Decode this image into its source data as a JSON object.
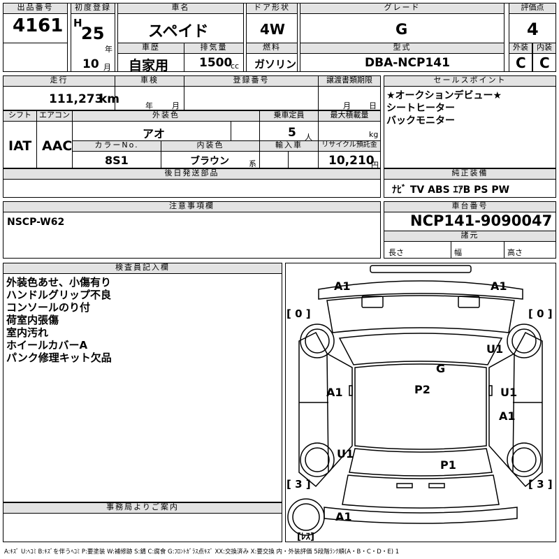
{
  "headers": {
    "lot": "出品番号",
    "first_reg": "初度登録",
    "car_name": "車名",
    "door": "ドア形状",
    "grade": "グレード",
    "score": "評価点",
    "history": "車歴",
    "displacement": "排気量",
    "fuel": "燃料",
    "model": "型式",
    "exterior": "外装",
    "interior": "内装",
    "mileage": "走行",
    "inspection": "車検",
    "plate": "登録番号",
    "transfer_deadline": "譲渡書類期限",
    "sales_point": "セールスポイント",
    "shift": "シフト",
    "aircon": "エアコン",
    "ext_color": "外装色",
    "capacity": "乗車定員",
    "max_load": "最大積載量",
    "color_no": "カラーNo.",
    "int_color": "内装色",
    "import": "輸入車",
    "recycle": "リサイクル預託金",
    "later_parts": "後日発送部品",
    "equipment": "純正装備",
    "caution": "注意事項欄",
    "chassis": "車台番号",
    "specs": "諸元",
    "inspector": "検査員記入欄",
    "office": "事務局よりご案内"
  },
  "vehicle": {
    "lot_no": "4161",
    "era": "H",
    "year": "25",
    "year_unit": "年",
    "month": "10",
    "month_unit": "月",
    "name": "スペイド",
    "door": "4W",
    "grade": "G",
    "score": "4",
    "history": "自家用",
    "cc": "1500",
    "cc_unit": "cc",
    "fuel": "ガソリン",
    "model": "DBA-NCP141",
    "exterior": "C",
    "interior": "C",
    "mileage": "111,273",
    "mileage_unit": "km",
    "insp_year_unit": "年",
    "insp_month_unit": "月",
    "transfer_month_unit": "月",
    "transfer_day_unit": "日",
    "shift": "IAT",
    "aircon": "AAC",
    "ext_color": "アオ",
    "capacity": "5",
    "capacity_unit": "人",
    "load_unit": "kg",
    "color_no": "8S1",
    "int_color": "ブラウン",
    "int_color_suffix": "系",
    "recycle": "10,210",
    "recycle_unit": "円",
    "caution": "NSCP-W62",
    "chassis_no": "NCP141-9090047",
    "spec_length": "長さ",
    "spec_width": "幅",
    "spec_height": "高さ"
  },
  "sales_points": [
    "★オークションデビュー★",
    "シートヒーター",
    "バックモニター"
  ],
  "equipment_text": "ﾅﾋﾞ TV ABS ｴｱB PS PW",
  "inspector_notes": [
    "外装色あせ、小傷有り",
    "ハンドルグリップ不良",
    "コンソールのり付",
    "荷室内張傷",
    "室内汚れ",
    "ホイールカバーA",
    "パンク修理キット欠品"
  ],
  "diagram": {
    "front_left": "A1",
    "front_right": "A1",
    "tire_fl": "[ 0 ]",
    "tire_fr": "[ 0 ]",
    "right_upper": "U1",
    "glass": "G",
    "left_mid": "A1",
    "roof": "P2",
    "right_mid": "U1",
    "right_lower": "A1",
    "left_lower": "U1",
    "rear_panel": "P1",
    "tire_rl": "[ 3 ]",
    "tire_rr": "[ 3 ]",
    "rear": "A1",
    "spare": "[ﾚｽ]"
  },
  "legend": "A:ｷｽﾞ U:ﾍｺﾐ B:ｷｽﾞを伴うﾍｺﾐ P:要塗装 W:補修跡 S:錆 C:腐食 G:ﾌﾛﾝﾄｶﾞﾗｽ点ｷｽﾞ XX:交換済み X:要交換 内・外装評価 5段階ﾗﾝｸ順(A・B・C・D・E) 1"
}
